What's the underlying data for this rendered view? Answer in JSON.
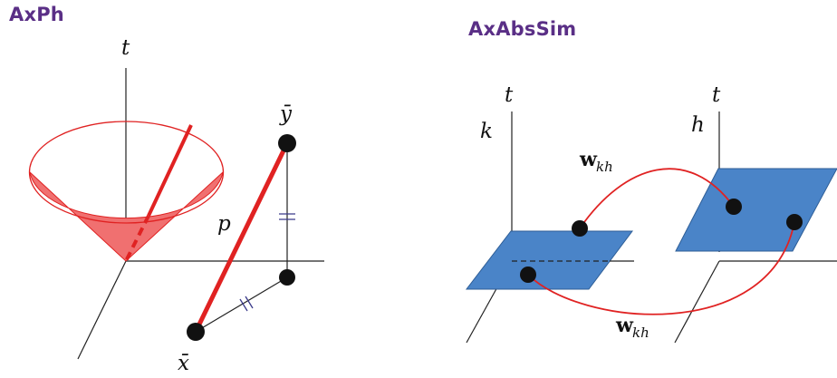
{
  "left_panel": {
    "title": "AxPh",
    "labels": {
      "t": "t",
      "y_bar": "ȳ",
      "x_bar": "x̄",
      "p": "p"
    }
  },
  "right_panel": {
    "title": "AxAbsSim",
    "labels": {
      "t_left": "t",
      "t_right": "t",
      "k": "k",
      "h": "h",
      "w_top": "w",
      "w_top_sub": "kh",
      "w_bottom": "w",
      "w_bottom_sub": "kh"
    }
  },
  "colors": {
    "title": "#5a2f86",
    "red": "#e02222",
    "cone_fill": "#f07070",
    "plane_fill": "#4a84c8",
    "plane_stroke": "#2d5d96",
    "equal_marks": "#3a3a8a",
    "axis": "#222222"
  }
}
